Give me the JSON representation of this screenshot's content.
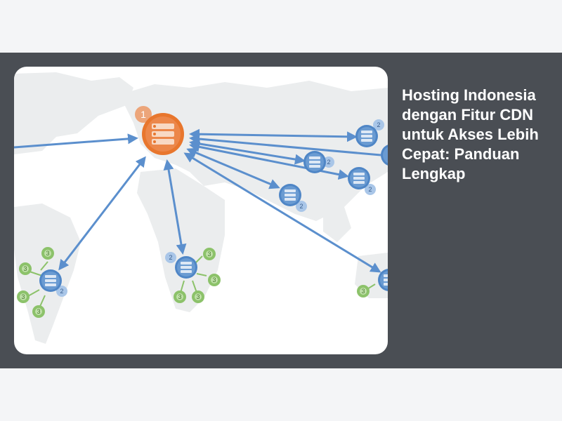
{
  "article": {
    "title": "Hosting Indonesia dengan Fitur CDN untuk Akses Lebih Cepat: Panduan Lengkap"
  },
  "map": {
    "origin_label": "1",
    "edge_label": "2",
    "client_label": "3",
    "colors": {
      "origin": "#e8762d",
      "origin_badge": "#eca57a",
      "edge": "#4f86c6",
      "edge_badge": "#a9c6e8",
      "client": "#8cc26a",
      "client_inner": "#bfe0a8",
      "arrow": "#5b8fcd",
      "land": "#ebedee"
    }
  }
}
